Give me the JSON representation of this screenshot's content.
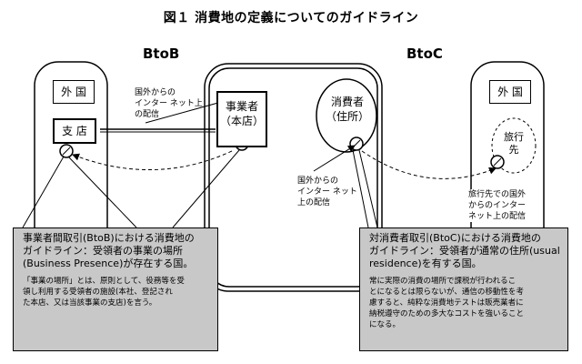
{
  "title": "図１ 消費地の定義についてのガイドライン",
  "columns": {
    "left": "BtoB",
    "right": "BtoC"
  },
  "boxes": {
    "gaikoku_left": "外 国",
    "shiten": "支 店",
    "jigyosha": "事業者\n（本店）",
    "shohisha": "消費者\n（住所）",
    "gaikoku_right": "外 国",
    "ryokosaki": "旅行\n先"
  },
  "notes": {
    "btob_delivery": "国外からの\nインター ネット上\nの配信",
    "btoc_delivery": "国外からの\nインター ネット\n上の配信",
    "travel_delivery": "旅行先での国外\nからのインター\nネット上の配信"
  },
  "panels": {
    "btob": {
      "head": "事業者間取引(BtoB)における消費地の\nガイドライン：受領者の事業の場所\n(Business Presence)が存在する国。",
      "body": "「事業の場所」とは、原則として、役務等を受\n領し利用する受領者の施設(本社、登記され\nた本店、又は当該事業の支店)を言う。"
    },
    "btoc": {
      "head": "対消費者取引(BtoC)における消費地の\nガイドライン：受領者が通常の住所(usual\nresidence)を有する国。",
      "body": "常に実際の消費の場所で課税が行われるこ\nとになるとは限らないが、通信の移動性を考\n慮すると、純粋な消費地テストは販売業者に\n納税遵守のための多大なコストを強いること\nになる。"
    }
  }
}
